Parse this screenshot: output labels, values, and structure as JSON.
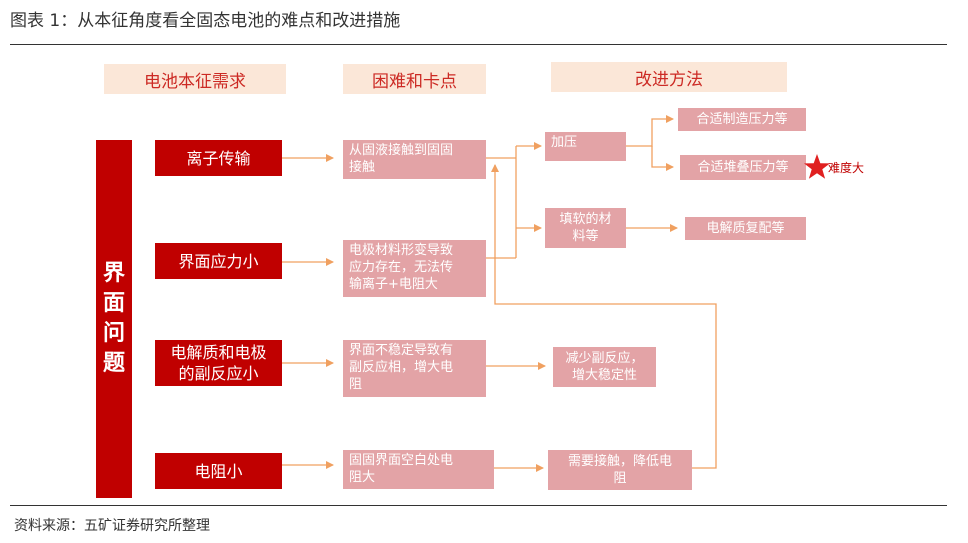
{
  "figure_title": "图表 1：从本征角度看全固态电池的难点和改进措施",
  "source": "资料来源：五矿证券研究所整理",
  "headers": [
    "电池本征需求",
    "困难和卡点",
    "改进方法"
  ],
  "category": [
    "界",
    "面",
    "问",
    "题"
  ],
  "needs": [
    "离子传输",
    "界面应力小",
    "电解质和电极\n的副反应小",
    "电阻小"
  ],
  "difficulties": [
    "从固液接触到固固\n接触",
    "电极材料形变导致\n应力存在，无法传\n输离子+电阻大",
    "界面不稳定导致有\n副反应相，增大电\n阻",
    "固固界面空白处电\n阻大"
  ],
  "methods": [
    "加压",
    "填软的材\n料等",
    "减少副反应，\n增大稳定性",
    "需要接触，降低电\n阻"
  ],
  "outcomes": [
    "合适制造压力等",
    "合适堆叠压力等",
    "电解质复配等"
  ],
  "annotation": "难度大",
  "colors": {
    "dark_red": "#c00000",
    "pink": "#e3a3a6",
    "header_bg": "#fbe7d8",
    "arrow": "#f0a060",
    "star": "#e02020"
  }
}
